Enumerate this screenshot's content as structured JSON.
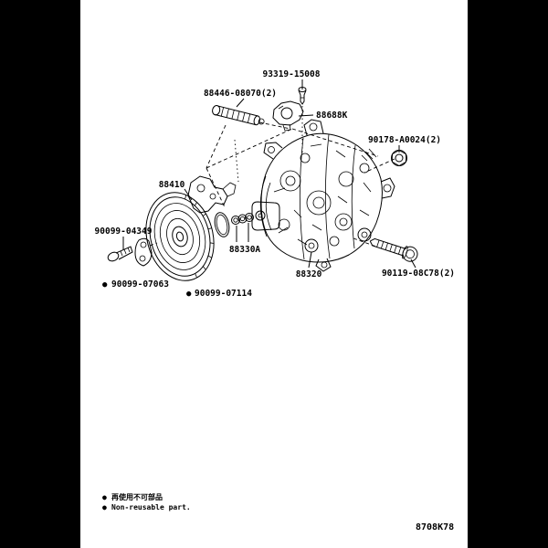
{
  "page": {
    "background_color": "#ffffff",
    "ink_color": "#000000",
    "side_band_color": "#000000"
  },
  "labels": {
    "p93319": "93319-15008",
    "p88446": "88446-08070(2)",
    "p88688k": "88688K",
    "p90178": "90178-A0024(2)",
    "p88410": "88410",
    "p90099_04349": "90099-04349",
    "p88330a": "88330A",
    "p88320": "88320",
    "p90119": "90119-08C78(2)",
    "p90099_07063": "90099-07063",
    "p90099_07114": "90099-07114",
    "non_reusable_marker": "●"
  },
  "legend": {
    "marker": "●",
    "line1_jp": "再使用不可部品",
    "line2_en": "Non-reusable part."
  },
  "footer": {
    "diagram_code": "8708K78"
  }
}
